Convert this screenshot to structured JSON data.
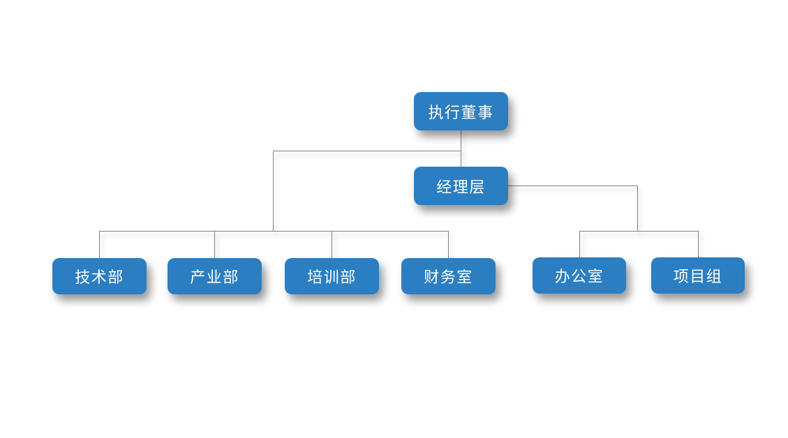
{
  "diagram": {
    "type": "org-chart",
    "background_color": "#ffffff",
    "node_fill_color": "#2b7ec1",
    "node_text_color": "#ffffff",
    "connector_color": "#7f7f7f",
    "nodes": {
      "executive_director": {
        "label": "执行董事",
        "level": 1
      },
      "management": {
        "label": "经理层",
        "level": 2
      },
      "tech_dept": {
        "label": "技术部",
        "level": 3
      },
      "industry_dept": {
        "label": "产业部",
        "level": 3
      },
      "training_dept": {
        "label": "培训部",
        "level": 3
      },
      "finance_office": {
        "label": "财务室",
        "level": 3
      },
      "office": {
        "label": "办公室",
        "level": 3
      },
      "project_team": {
        "label": "项目组",
        "level": 3
      }
    },
    "levels": [
      [
        "执行董事"
      ],
      [
        "经理层"
      ],
      [
        "技术部",
        "产业部",
        "培训部",
        "财务室",
        "办公室",
        "项目组"
      ]
    ],
    "edges": [
      {
        "from": "执行董事",
        "to": "经理层"
      },
      {
        "from": "执行董事",
        "to": "技术部"
      },
      {
        "from": "执行董事",
        "to": "产业部"
      },
      {
        "from": "执行董事",
        "to": "培训部"
      },
      {
        "from": "执行董事",
        "to": "财务室"
      },
      {
        "from": "经理层",
        "to": "办公室"
      },
      {
        "from": "经理层",
        "to": "项目组"
      }
    ]
  }
}
